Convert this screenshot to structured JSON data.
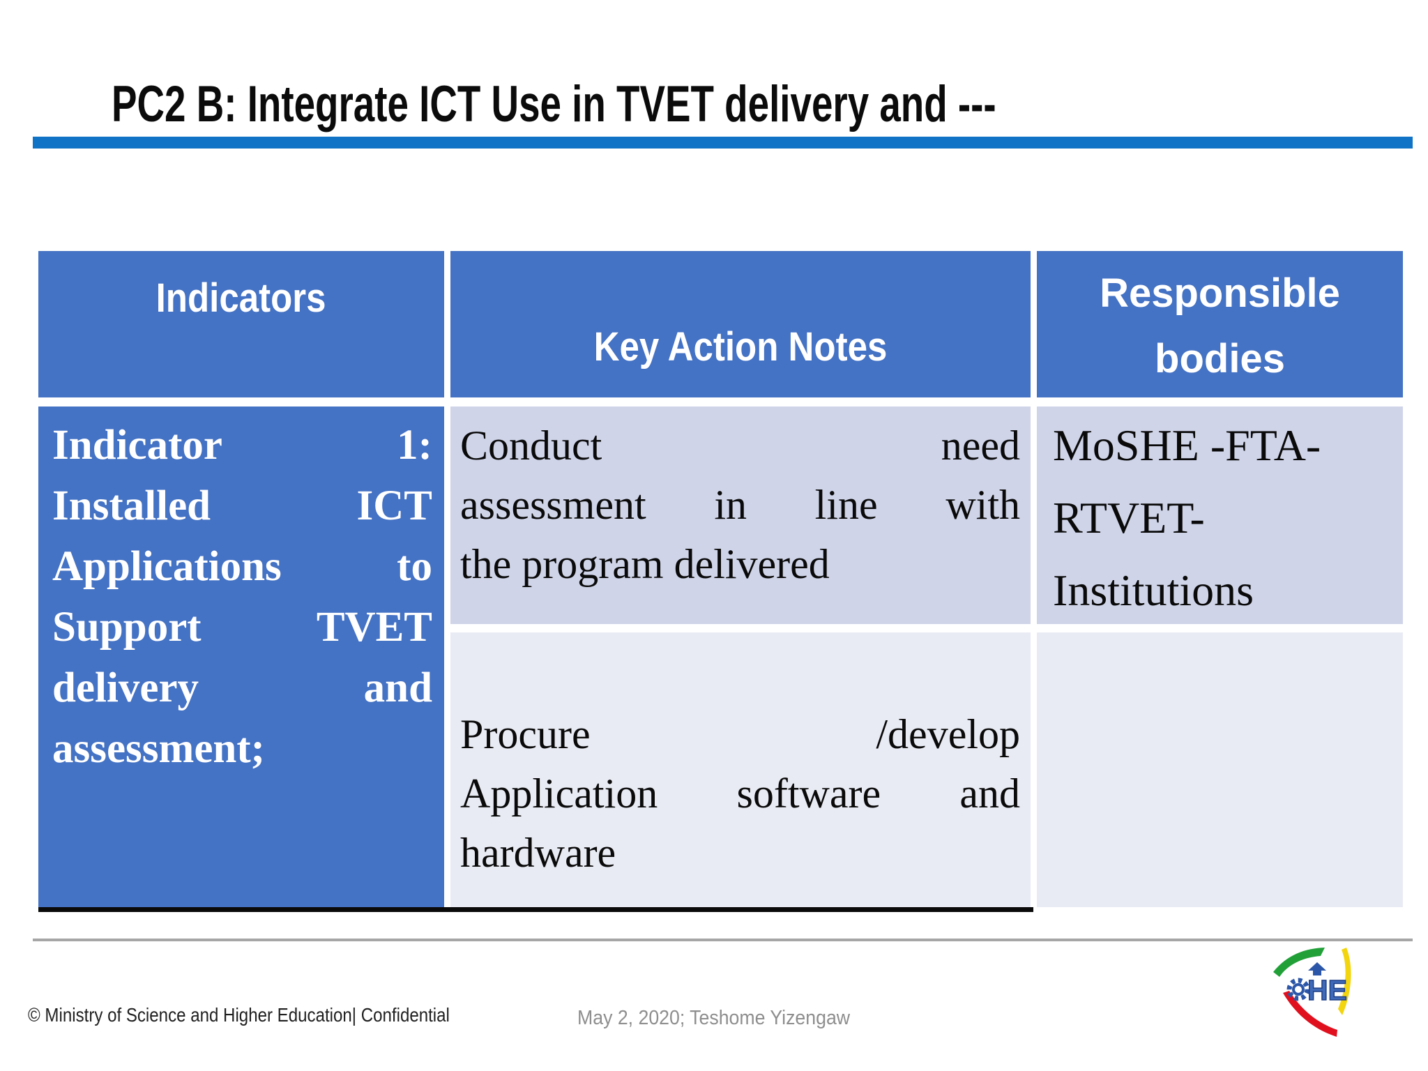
{
  "slide": {
    "title": "PC2 B: Integrate ICT Use in TVET delivery and ---",
    "colors": {
      "accent_bar": "#1173C5",
      "table_header_fill": "#4472C4",
      "indicator_cell_fill": "#4472C4",
      "row1_band_fill": "#CFD4E8",
      "row2_band_fill": "#E9EBF4",
      "table_bottom_rule": "#0A0A0A",
      "footer_rule": "#A6A6A6",
      "footer_date_text": "#8E8E8E"
    }
  },
  "table": {
    "headers": {
      "col1": "Indicators",
      "col2": "Key Action Notes",
      "col3_lines": [
        {
          "j": false,
          "t": [
            "Responsible"
          ]
        },
        {
          "j": false,
          "t": [
            "bodies"
          ]
        }
      ]
    },
    "indicator_cell": {
      "lines": [
        {
          "j": true,
          "t": [
            "Indicator",
            "1:"
          ]
        },
        {
          "j": true,
          "t": [
            "Installed",
            "ICT"
          ]
        },
        {
          "j": true,
          "t": [
            "Applications",
            "to"
          ]
        },
        {
          "j": true,
          "t": [
            "Support",
            "TVET"
          ]
        },
        {
          "j": true,
          "t": [
            "delivery",
            "and"
          ]
        },
        {
          "j": false,
          "t": [
            "assessment;"
          ]
        }
      ]
    },
    "key_action_cells": [
      {
        "lines": [
          {
            "j": true,
            "t": [
              "Conduct",
              "need"
            ]
          },
          {
            "j": true,
            "t": [
              "assessment",
              "in",
              "line",
              "with"
            ]
          },
          {
            "j": false,
            "t": [
              "the",
              "program",
              "delivered"
            ]
          }
        ]
      },
      {
        "lines": [
          {
            "j": true,
            "t": [
              "Procure",
              "/develop"
            ]
          },
          {
            "j": true,
            "t": [
              "Application",
              "software",
              "and"
            ]
          },
          {
            "j": false,
            "t": [
              "hardware"
            ]
          }
        ]
      }
    ],
    "responsible_cells": [
      {
        "lines": [
          {
            "j": false,
            "t": [
              "MoSHE",
              "-FTA-"
            ]
          },
          {
            "j": false,
            "t": [
              "RTVET-"
            ]
          },
          {
            "j": false,
            "t": [
              "Institutions"
            ]
          }
        ]
      },
      {
        "lines": []
      }
    ]
  },
  "footer": {
    "copyright": "© Ministry of Science and Higher Education| Confidential",
    "date_author": "May 2, 2020; Teshome Yizengaw",
    "logo_letters": "HE"
  }
}
